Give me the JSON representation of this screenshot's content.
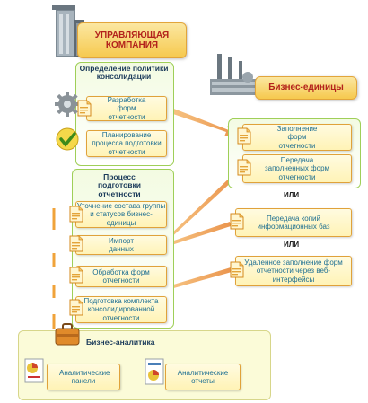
{
  "management": {
    "title": "УПРАВЛЯЮЩАЯ КОМПАНИЯ"
  },
  "business_units": {
    "title": "Бизнес-единицы"
  },
  "consolidation": {
    "title": "Определение политики консолидации",
    "items": [
      "Разработка форм отчетности",
      "Планирование процесса подготовки отчетности"
    ]
  },
  "process": {
    "title": "Процесс подготовки отчетности",
    "items": [
      "Уточнение состава группы и статусов бизнес-единицы",
      "Импорт данных",
      "Обработка форм отчетности",
      "Подготовка комплекта консолидированной отчетности"
    ]
  },
  "bu_panel": {
    "items": [
      "Заполнение форм отчетности",
      "Передача заполненных форм отчетности"
    ]
  },
  "alternatives": {
    "or_label": "ИЛИ",
    "copy_transfer": "Передача копий информационных баз",
    "remote_fill": "Удаленное заполнение форм отчетности через веб-интерфейсы"
  },
  "analytics": {
    "title": "Бизнес-аналитика",
    "items": [
      "Аналитические панели",
      "Аналитические отчеты"
    ]
  },
  "colors": {
    "accent_orange": "#f0a33a",
    "panel_green": "#9fcf58",
    "text_blue": "#1e6f91",
    "header_yellow": "#f7d15a"
  }
}
